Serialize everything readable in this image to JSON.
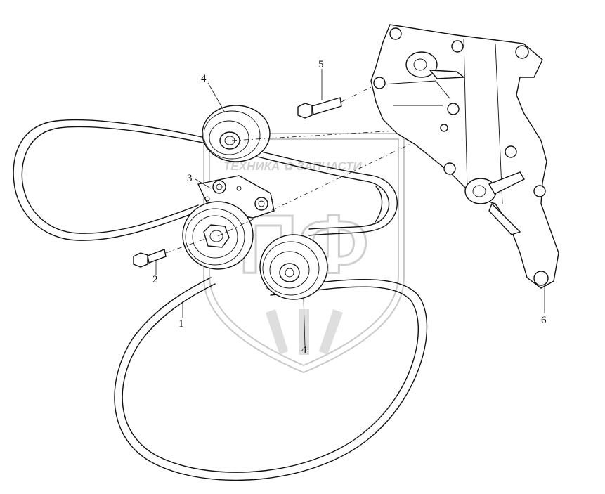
{
  "watermark": {
    "text": "ТЕХНИКА ✿ ЗАПЧАСТИ",
    "letters": "ПФ"
  },
  "callouts": [
    {
      "id": "1",
      "label": "1"
    },
    {
      "id": "2",
      "label": "2"
    },
    {
      "id": "3",
      "label": "3"
    },
    {
      "id": "4a",
      "label": "4"
    },
    {
      "id": "4b",
      "label": "4"
    },
    {
      "id": "5",
      "label": "5"
    },
    {
      "id": "6",
      "label": "6"
    }
  ]
}
